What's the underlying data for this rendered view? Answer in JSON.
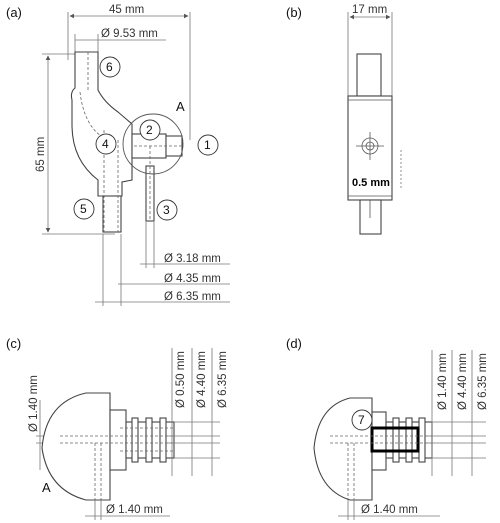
{
  "panels": {
    "a": {
      "label": "(a)",
      "dim_width": "45 mm",
      "dim_top_dia": "Ø 9.53 mm",
      "dim_height": "65 mm",
      "detail_label": "A",
      "dim_d1": "Ø 3.18 mm",
      "dim_d2": "Ø 4.35 mm",
      "dim_d3": "Ø 6.35 mm",
      "callouts": [
        "1",
        "2",
        "3",
        "4",
        "5",
        "6"
      ]
    },
    "b": {
      "label": "(b)",
      "dim_width": "17 mm",
      "dim_hole": "0.5 mm"
    },
    "c": {
      "label": "(c)",
      "dim_left": "Ø 1.40 mm",
      "dim_v1": "Ø 0.50 mm",
      "dim_v2": "Ø 4.40 mm",
      "dim_v3": "Ø 6.35 mm",
      "dim_bottom": "Ø 1.40 mm",
      "detail_label": "A"
    },
    "d": {
      "label": "(d)",
      "dim_v1": "Ø 1.40 mm",
      "dim_v2": "Ø 4.40 mm",
      "dim_v3": "Ø 6.35 mm",
      "dim_bottom": "Ø 1.40 mm",
      "callout": "7"
    }
  }
}
